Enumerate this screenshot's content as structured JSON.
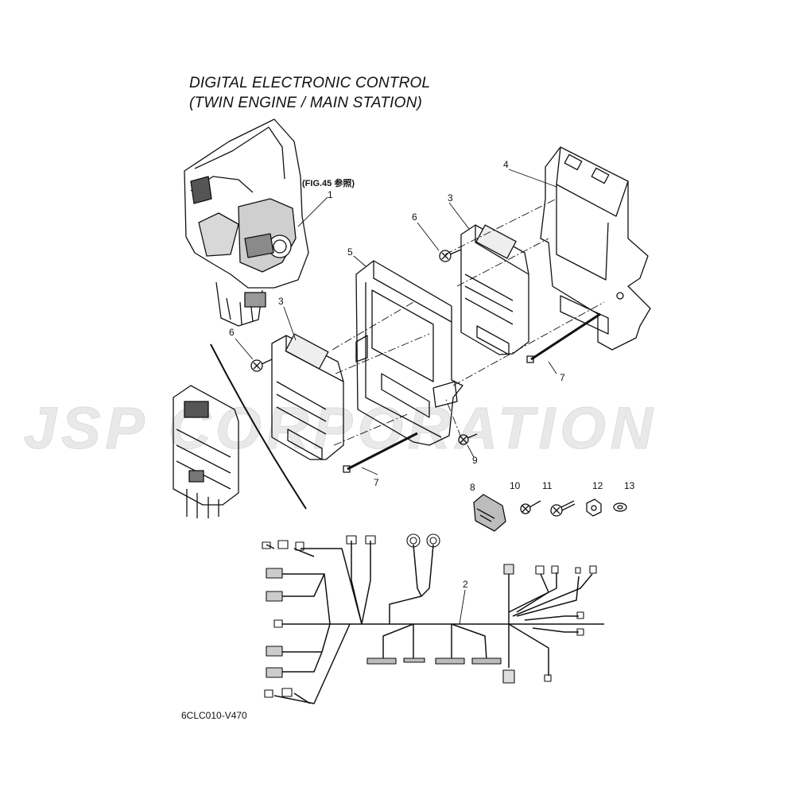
{
  "title": {
    "line1": "DIGITAL ELECTRONIC CONTROL",
    "line2": "(TWIN ENGINE / MAIN STATION)"
  },
  "reference_note": "(FIG.45 参照)",
  "drawing_code": "6CLC010-V470",
  "watermark": "JSP CORPORATION",
  "callouts": [
    "1",
    "2",
    "3",
    "3",
    "4",
    "5",
    "6",
    "6",
    "7",
    "7",
    "8",
    "9",
    "10",
    "11",
    "12",
    "13"
  ]
}
